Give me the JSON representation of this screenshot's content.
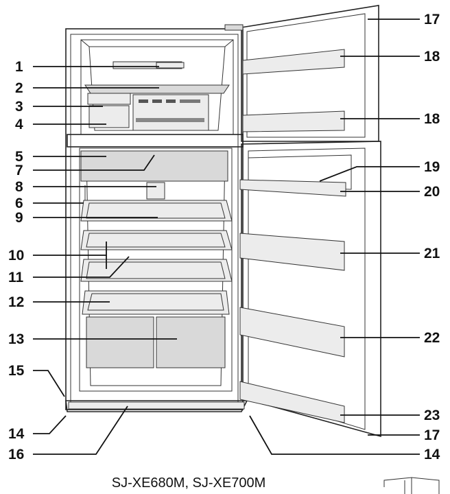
{
  "model_caption": "SJ-XE680M, SJ-XE700M",
  "callouts": {
    "c1": "1",
    "c2": "2",
    "c3": "3",
    "c4": "4",
    "c5": "5",
    "c6": "6",
    "c7": "7",
    "c8": "8",
    "c9": "9",
    "c10": "10",
    "c11": "11",
    "c12": "12",
    "c13": "13",
    "c14a": "14",
    "c14b": "14",
    "c15": "15",
    "c16": "16",
    "c17a": "17",
    "c17b": "17",
    "c18a": "18",
    "c18b": "18",
    "c19": "19",
    "c20": "20",
    "c21": "21",
    "c22": "22",
    "c23": "23"
  }
}
